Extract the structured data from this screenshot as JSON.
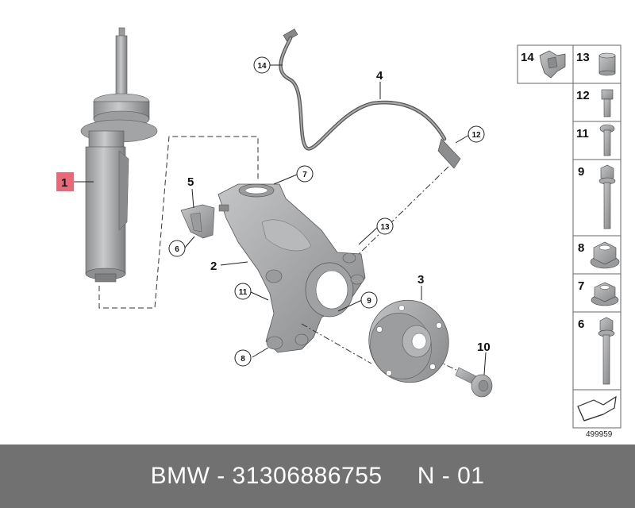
{
  "callouts": {
    "c1": "1",
    "c2": "2",
    "c3": "3",
    "c4": "4",
    "c5": "5",
    "c6": "6",
    "c7": "7",
    "c8": "8",
    "c9": "9",
    "c10": "10",
    "c11": "11",
    "c12": "12",
    "c13": "13",
    "c14": "14"
  },
  "legend": {
    "p14": "14",
    "p13": "13",
    "p12": "12",
    "p11": "11",
    "p9": "9",
    "p8": "8",
    "p7": "7",
    "p6": "6"
  },
  "ref_code": "499959",
  "footer": {
    "text": "BMW - 31306886755     N - 01"
  },
  "colors": {
    "highlight": "#e86a7a",
    "footer_bg": "#717171",
    "part_gray": "#a9aaac"
  }
}
